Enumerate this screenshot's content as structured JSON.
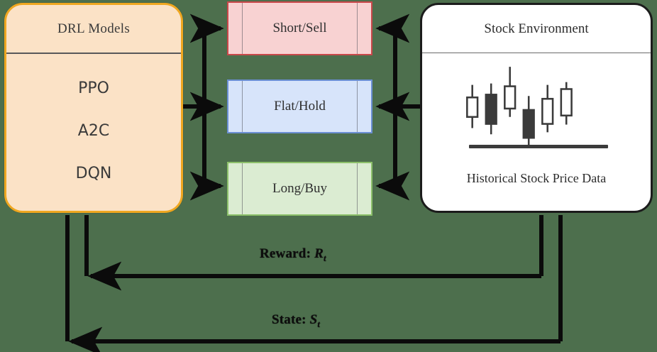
{
  "background_color": "#4d6f4d",
  "drl": {
    "title": "DRL Models",
    "border_color": "#efa720",
    "fill_color": "#fbe2c6",
    "models": [
      {
        "label": "PPO"
      },
      {
        "label": "A2C"
      },
      {
        "label": "DQN"
      }
    ]
  },
  "actions": [
    {
      "label": "Short/Sell",
      "fill": "#f8d2d2",
      "border": "#c9484a"
    },
    {
      "label": "Flat/Hold",
      "fill": "#d7e4fa",
      "border": "#6b8fd4"
    },
    {
      "label": "Long/Buy",
      "fill": "#dbecd2",
      "border": "#8cc06a"
    }
  ],
  "environment": {
    "title": "Stock Environment",
    "caption": "Historical Stock Price Data",
    "fill_color": "#ffffff",
    "border_color": "#1c1c1c",
    "chart_icon": "candlestick-chart-icon",
    "candles": [
      {
        "filled": false,
        "open": 60,
        "close": 88,
        "high": 42,
        "low": 104
      },
      {
        "filled": true,
        "open": 56,
        "close": 98,
        "high": 40,
        "low": 113
      },
      {
        "filled": false,
        "open": 44,
        "close": 76,
        "high": 16,
        "low": 88
      },
      {
        "filled": true,
        "open": 78,
        "close": 118,
        "high": 58,
        "low": 129
      },
      {
        "filled": false,
        "open": 62,
        "close": 98,
        "high": 42,
        "low": 110
      },
      {
        "filled": false,
        "open": 48,
        "close": 86,
        "high": 38,
        "low": 99
      }
    ]
  },
  "feedback": {
    "reward": {
      "text": "Reward: ",
      "symbol": "R",
      "subscript": "t"
    },
    "state": {
      "text": "State: ",
      "symbol": "S",
      "subscript": "t"
    }
  }
}
